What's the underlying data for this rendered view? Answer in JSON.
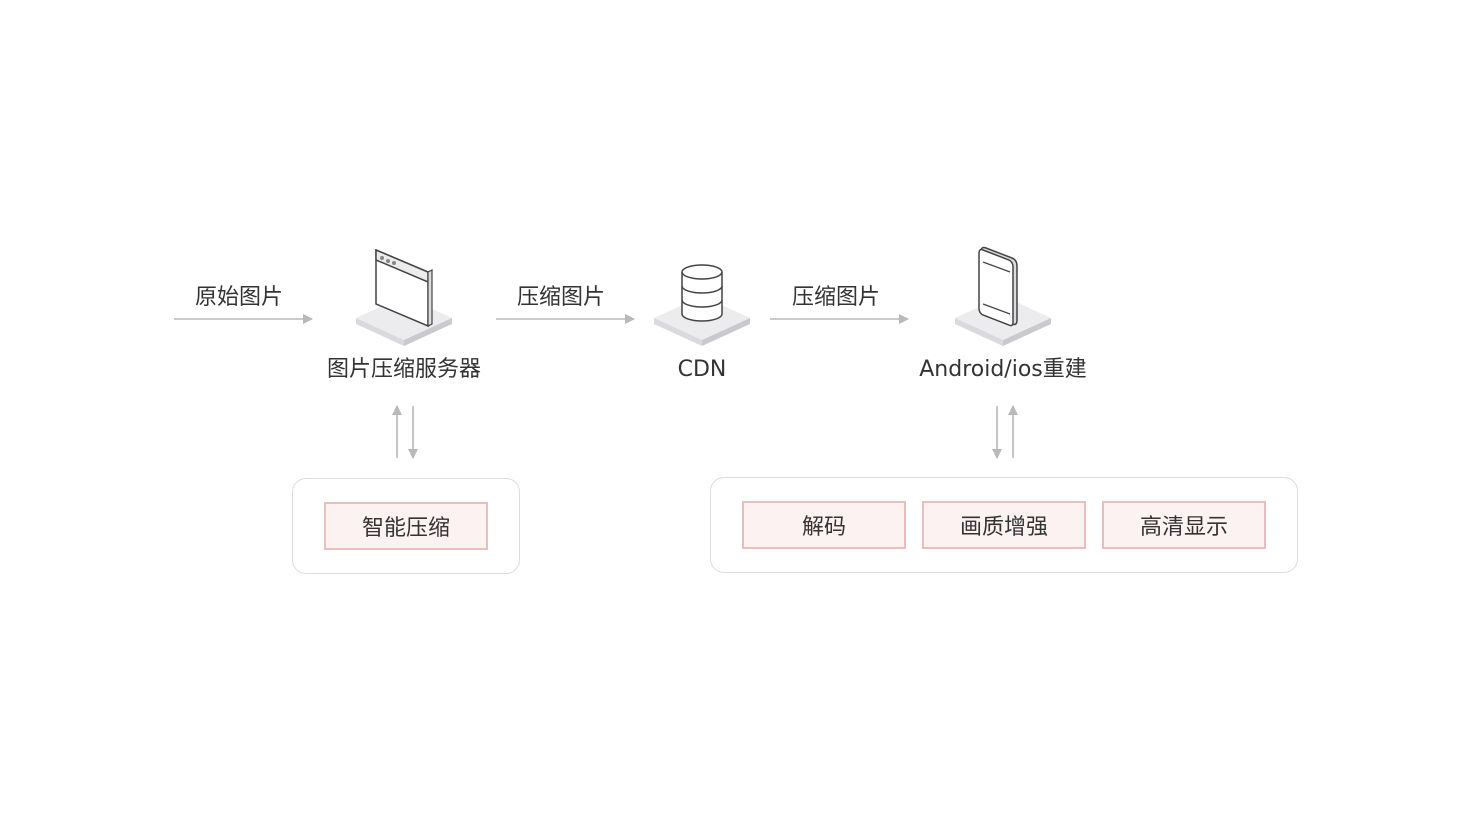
{
  "flow": {
    "input_label": "原始图片",
    "edge1_label": "压缩图片",
    "edge2_label": "压缩图片"
  },
  "nodes": {
    "server": {
      "label": "图片压缩服务器",
      "icon": "server-window-icon"
    },
    "cdn": {
      "label": "CDN",
      "icon": "database-icon"
    },
    "client": {
      "label": "Android/ios重建",
      "icon": "phone-icon"
    }
  },
  "groups": {
    "server_features": [
      "智能压缩"
    ],
    "client_features": [
      "解码",
      "画质增强",
      "高清显示"
    ]
  },
  "colors": {
    "arrow": "#b8b8bd",
    "platform_top": "#ececef",
    "platform_side": "#d9d9de",
    "feature_border": "#e8bfbf",
    "feature_fill": "#fdf2f2",
    "group_border": "#dcdcdc"
  }
}
